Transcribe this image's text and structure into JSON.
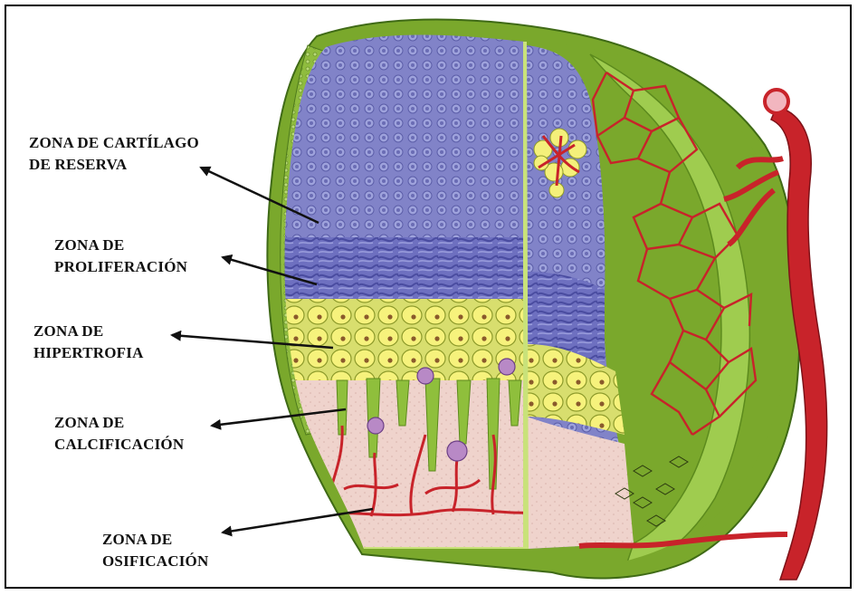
{
  "labels": {
    "reserva": {
      "line1": "ZONA DE CARTÍLAGO",
      "line2": "DE RESERVA"
    },
    "proliferacion": {
      "line1": "ZONA DE",
      "line2": "PROLIFERACIÓN"
    },
    "hipertrofia": {
      "line1": "ZONA DE",
      "line2": "HIPERTROFIA"
    },
    "calcificacion": {
      "line1": "ZONA DE",
      "line2": "CALCIFICACIÓN"
    },
    "osificacion": {
      "line1": "ZONA DE",
      "line2": "OSIFICACIÓN"
    }
  },
  "colors": {
    "cartilage_outer": "#7aa82c",
    "cartilage_light": "#b7d96a",
    "reserve_zone": "#7d7fc4",
    "proliferation_zone": "#6d6fc0",
    "hypertrophy_cells": "#f4f07a",
    "calcification_bg": "#f1d5cf",
    "vessel": "#c8232a",
    "osteoclast": "#b889c6",
    "arrow": "#111111"
  }
}
